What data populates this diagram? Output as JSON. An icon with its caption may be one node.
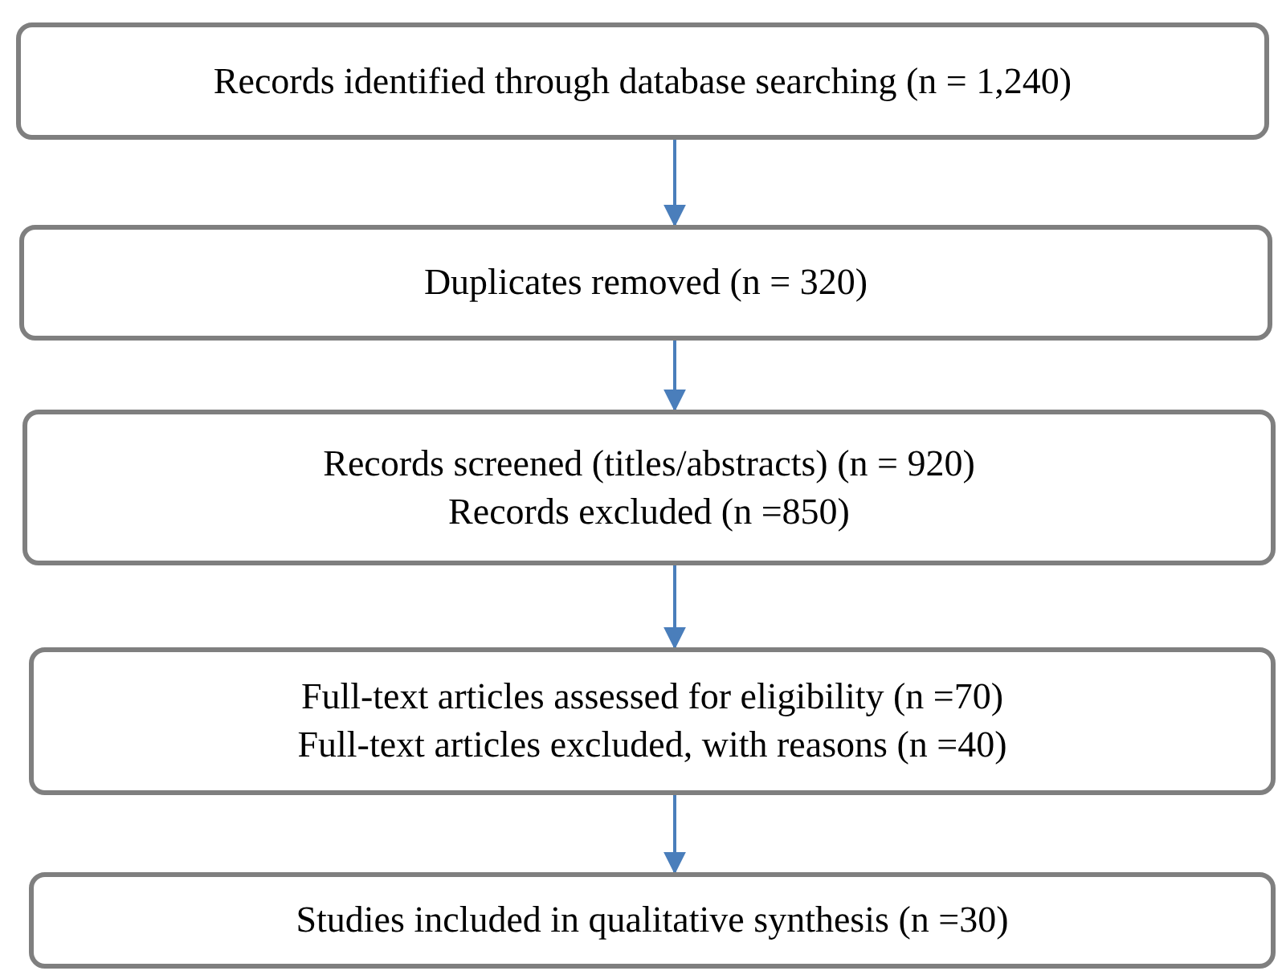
{
  "diagram": {
    "nodes": [
      {
        "text": [
          "Records identified through database searching (n = 1,240)"
        ]
      },
      {
        "text": [
          "Duplicates removed (n = 320)"
        ]
      },
      {
        "text": [
          "Records screened (titles/abstracts) (n = 920)",
          "Records excluded (n =850)"
        ]
      },
      {
        "text": [
          "Full-text articles assessed for eligibility (n =70)",
          "Full-text articles excluded, with reasons (n =40)"
        ]
      },
      {
        "text": [
          "Studies included in qualitative synthesis (n =30)"
        ]
      }
    ],
    "edges": [
      {
        "from": 0,
        "to": 1,
        "arrow": "to"
      },
      {
        "from": 1,
        "to": 2,
        "arrow": "to"
      },
      {
        "from": 2,
        "to": 3,
        "arrow": "to"
      },
      {
        "from": 3,
        "to": 4,
        "arrow": "to"
      }
    ]
  }
}
